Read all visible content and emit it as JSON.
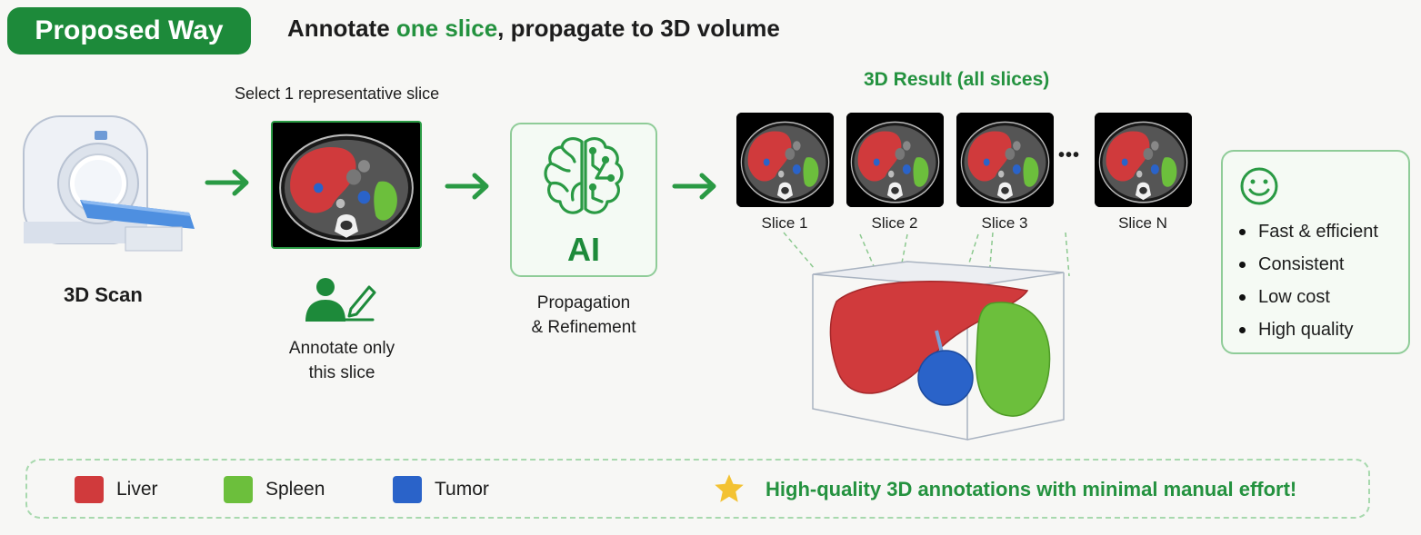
{
  "header": {
    "badge": "Proposed Way",
    "headline_pre": "Annotate ",
    "headline_highlight": "one slice",
    "headline_post": ", propagate to 3D volume"
  },
  "scan": {
    "label": "3D Scan"
  },
  "select": {
    "caption": "Select 1 representative slice",
    "annotate_line1": "Annotate only",
    "annotate_line2": "this slice"
  },
  "ai": {
    "text": "AI",
    "label_line1": "Propagation",
    "label_line2": "& Refinement"
  },
  "result": {
    "title": "3D Result (all slices)",
    "slices": [
      "Slice 1",
      "Slice 2",
      "Slice 3",
      "Slice N"
    ],
    "ellipsis": "•••"
  },
  "benefits": {
    "icon": "smiley-icon",
    "items": [
      "Fast & efficient",
      "Consistent",
      "Low cost",
      "High quality"
    ]
  },
  "legend": {
    "items": [
      {
        "label": "Liver",
        "color": "#d03a3c"
      },
      {
        "label": "Spleen",
        "color": "#6cbf3c"
      },
      {
        "label": "Tumor",
        "color": "#2a63c9"
      }
    ],
    "tagline": "High-quality 3D annotations with minimal manual effort!"
  },
  "colors": {
    "accent": "#1d8a3a",
    "liver": "#d03a3c",
    "spleen": "#6cbf3c",
    "tumor": "#2a63c9",
    "star": "#f3c233"
  }
}
